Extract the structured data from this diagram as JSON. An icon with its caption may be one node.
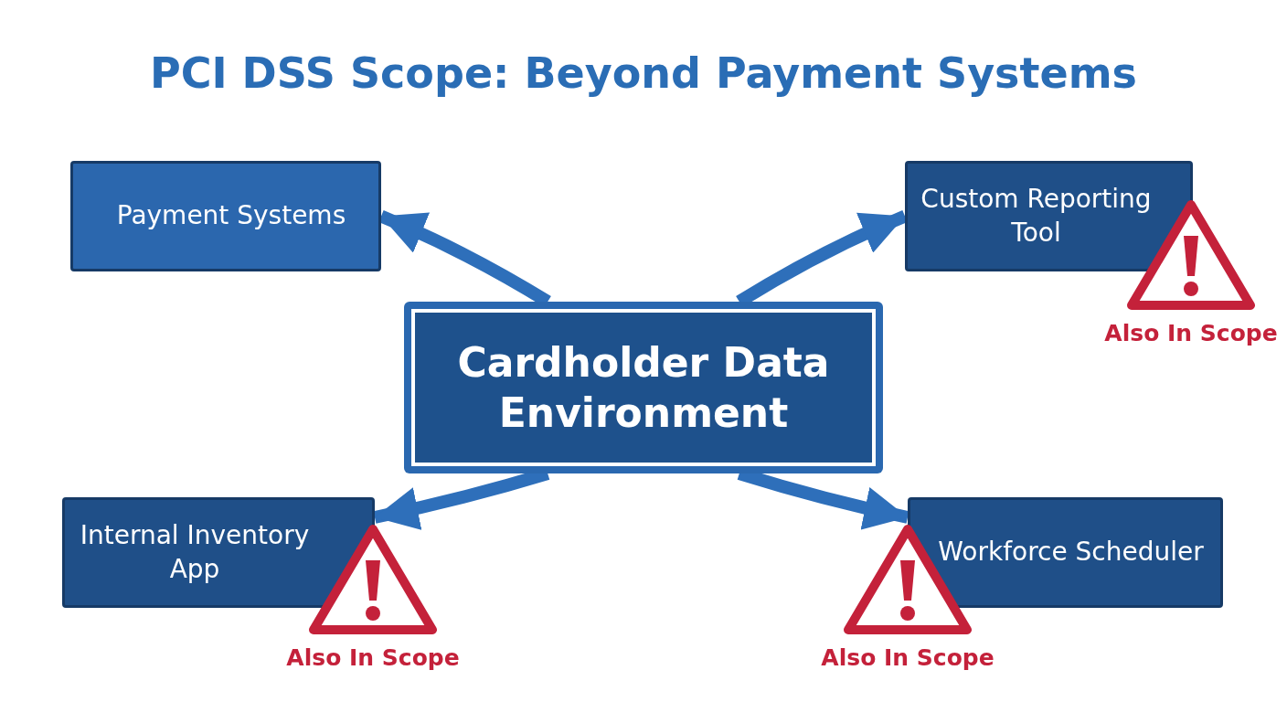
{
  "diagram": {
    "title": "PCI DSS Scope: Beyond Payment Systems",
    "nodes": [
      {
        "text": [
          "Payment Systems"
        ]
      },
      {
        "text": [
          "Custom Reporting Tool"
        ],
        "beside": [
          "Also In Scope"
        ]
      },
      {
        "text": [
          "Cardholder Data Environment"
        ]
      },
      {
        "text": [
          "Internal Inventory App"
        ],
        "beside": [
          "Also In Scope"
        ]
      },
      {
        "text": [
          "Workforce Scheduler"
        ],
        "beside": [
          "Also In Scope"
        ]
      }
    ],
    "edges": [
      {
        "from": 2,
        "to": 0,
        "arrow": "to"
      },
      {
        "from": 2,
        "to": 1,
        "arrow": "to"
      },
      {
        "from": 2,
        "to": 3,
        "arrow": "to"
      },
      {
        "from": 2,
        "to": 4,
        "arrow": "to"
      }
    ]
  }
}
